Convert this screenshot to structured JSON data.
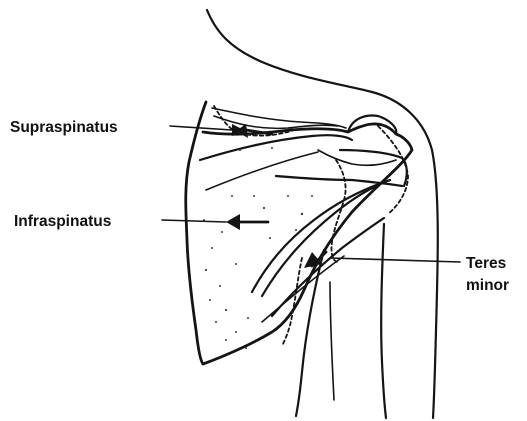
{
  "labels": {
    "supraspinatus": "Supraspinatus",
    "infraspinatus": "Infraspinatus",
    "teres_line1": "Teres",
    "teres_line2": "minor"
  },
  "colors": {
    "ink": "#141414",
    "background": "#ffffff"
  }
}
